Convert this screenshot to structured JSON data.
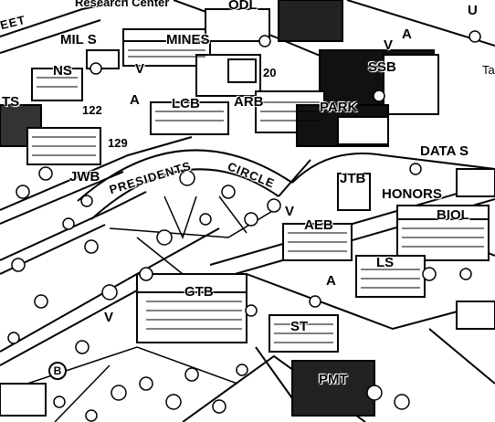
{
  "map": {
    "top_left_label": "Research Center",
    "street_fragment": "EET",
    "buildings": {
      "mils": "MIL S",
      "mines": "MINES",
      "odl": "ODL",
      "u": "U",
      "a_top": "A",
      "ns": "NS",
      "v_top": "V",
      "ssb": "SSB",
      "num20": "20",
      "a_mid": "A",
      "lcb": "LCB",
      "arb": "ARB",
      "park": "PARK",
      "ts": "TS",
      "num122": "122",
      "num129": "129",
      "jwb": "JWB",
      "data_s": "DATA S",
      "jtb": "JTB",
      "honors": "HONORS",
      "biol": "BIOL",
      "v_mid": "V",
      "aeb": "AEB",
      "ls": "LS",
      "a_low": "A",
      "gtb": "GTB",
      "v_low": "V",
      "st": "ST",
      "pmt": "PMT"
    },
    "roads": {
      "presidents": "PRESIDENTS",
      "circle": "CIRCLE"
    },
    "badge_b": "B",
    "edge_text": "Ta Fo"
  }
}
